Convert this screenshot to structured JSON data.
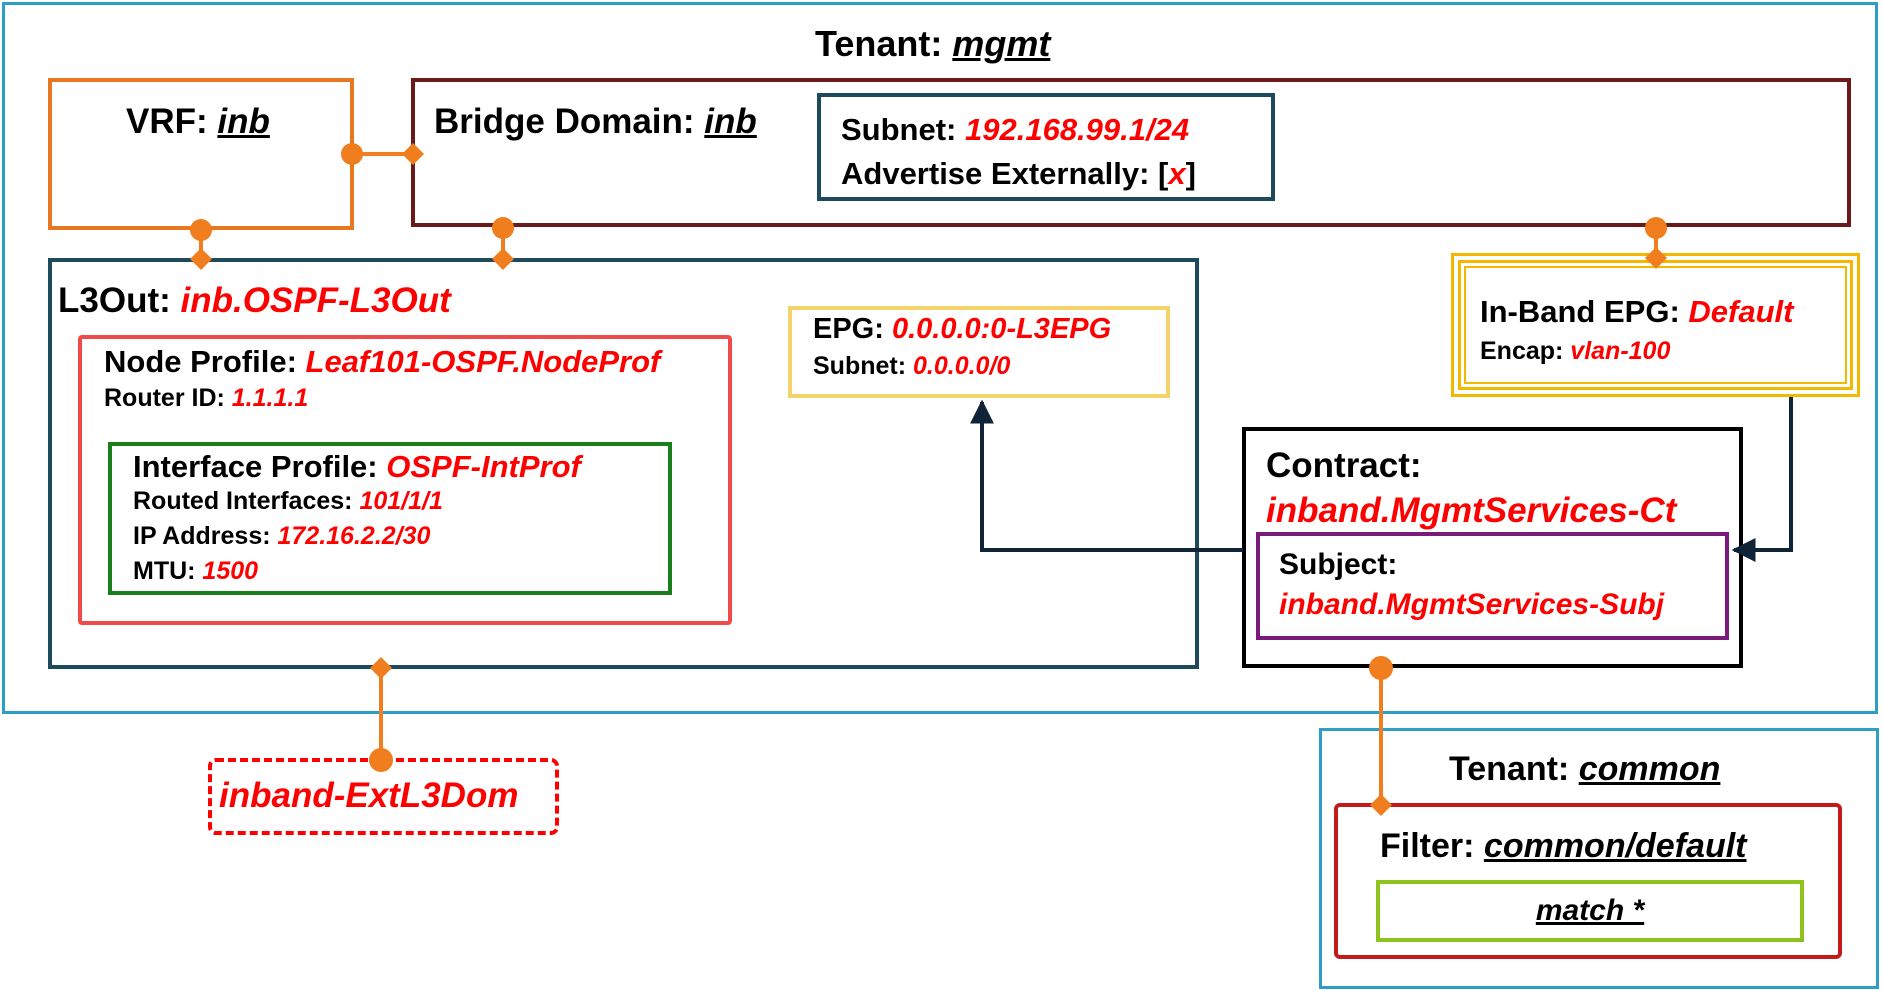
{
  "colors": {
    "tenant_border": "#2e9ec6",
    "vrf_border": "#e87722",
    "bd_border": "#6a1a1a",
    "subnet_border": "#1e4a5e",
    "l3out_border": "#1e4a5e",
    "node_profile_border": "#f04b4b",
    "interface_profile_border": "#1a7f1a",
    "epg_border": "#f5d36a",
    "inband_epg_border": "#f5b800",
    "contract_border": "#000000",
    "subject_border": "#7a1a7a",
    "filter_border": "#c41a1a",
    "match_border": "#8dc21f",
    "domain_border": "#ff0000",
    "connector": "#f07d1e",
    "arrow": "#0f2537",
    "value_text": "#ff0000"
  },
  "tenant_mgmt": {
    "label": "Tenant: ",
    "name": "mgmt"
  },
  "vrf": {
    "label": "VRF: ",
    "name": "inb"
  },
  "bridge_domain": {
    "label": "Bridge Domain: ",
    "name": "inb",
    "subnet_label": "Subnet: ",
    "subnet_value": "192.168.99.1/24",
    "advertise_label": "Advertise Externally: ",
    "advertise_open": "[",
    "advertise_value": "x",
    "advertise_close": "]"
  },
  "l3out": {
    "label": "L3Out: ",
    "name": "inb.OSPF-L3Out",
    "node_profile": {
      "label": "Node Profile: ",
      "name": "Leaf101-OSPF.NodeProf",
      "router_id_label": "Router ID: ",
      "router_id": "1.1.1.1"
    },
    "interface_profile": {
      "label": "Interface Profile: ",
      "name": "OSPF-IntProf",
      "routed_label": "Routed Interfaces: ",
      "routed_value": "101/1/1",
      "ip_label": "IP Address: ",
      "ip_value": "172.16.2.2/30",
      "mtu_label": "MTU: ",
      "mtu_value": "1500"
    },
    "epg": {
      "label": "EPG: ",
      "name": "0.0.0.0:0-L3EPG",
      "subnet_label": "Subnet: ",
      "subnet_value": "0.0.0.0/0"
    }
  },
  "inband_epg": {
    "label": "In-Band EPG: ",
    "name": "Default",
    "encap_label": "Encap: ",
    "encap_value": "vlan-100"
  },
  "contract": {
    "label": "Contract:",
    "name": "inband.MgmtServices-Ct",
    "subject_label": "Subject:",
    "subject_name": "inband.MgmtServices-Subj"
  },
  "domain": {
    "name": "inband-ExtL3Dom"
  },
  "tenant_common": {
    "label": "Tenant: ",
    "name": "common",
    "filter_label": "Filter: ",
    "filter_name": "common/default",
    "match": "match *"
  }
}
